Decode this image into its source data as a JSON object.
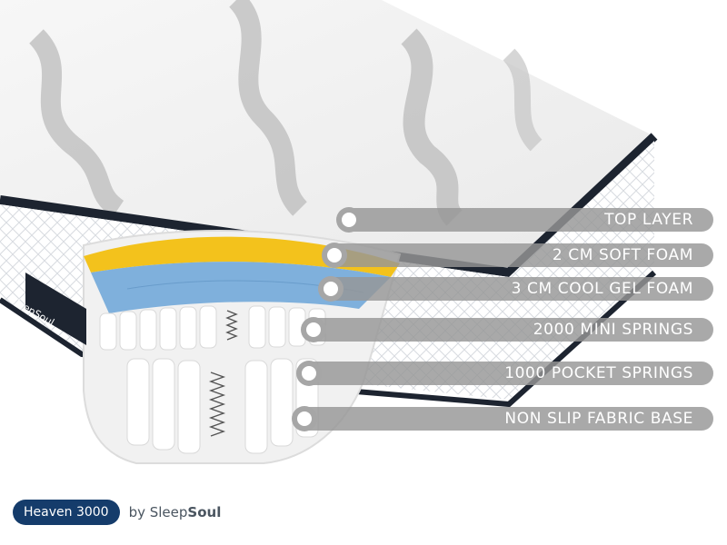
{
  "layers": [
    {
      "label": "TOP LAYER"
    },
    {
      "label": "2 CM SOFT FOAM"
    },
    {
      "label": "3 CM COOL GEL FOAM"
    },
    {
      "label": "2000 MINI SPRINGS"
    },
    {
      "label": "1000 POCKET SPRINGS"
    },
    {
      "label": "NON SLIP FABRIC BASE"
    }
  ],
  "product": {
    "name": "Heaven 3000",
    "by_prefix": "by Sleep",
    "by_suffix": "Soul",
    "side_logo": "SleepSoul"
  },
  "colors": {
    "brand_navy": "#153c6b",
    "label_bar": "#969696",
    "soft_foam": "#f3c21c",
    "gel_foam": "#7fb0dc"
  }
}
